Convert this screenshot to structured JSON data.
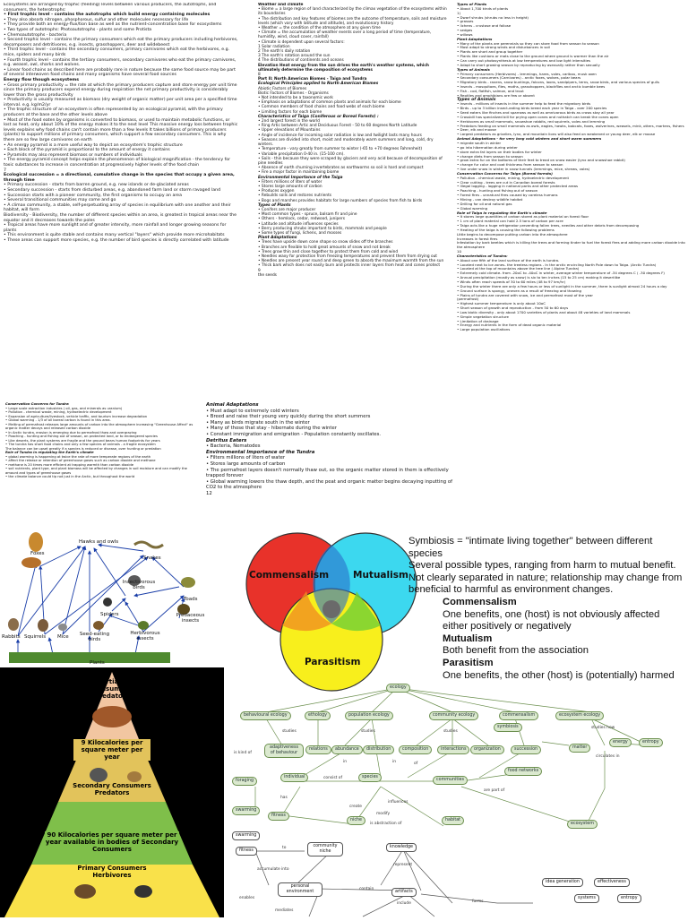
{
  "col1": [
    "Ecosystems are arranged by trophic (feeding) levels between various producers, the autotrophs, and consumers, the heterotrophs:",
    "• First trophic level - contains the autotrophs which build energy containing molecules",
    "• They also absorb nitrogen, phosphorous, sulfur and other molecules necessary for life",
    "• They provide both an energy-flux/tion base as well as the nutrient-concentration base for ecosystems",
    "• Two types of autotrophs: Photoautotrophs - plants and some Protista",
    "• Chemoautotrophs - bacteria",
    "• Second trophic level - contains the primary consumers which eat the primary producers including herbivores, decomposers and detritivores, e.g. insects, grasshoppers, deer and wildebeest",
    "• Third trophic level - contains the secondary consumers, primary carnivores which eat the herbivores, e.g. mice, spiders and many birds",
    "• Fourth trophic level - contains the tertiary consumers, secondary carnivores who eat the primary carnivores, e.g. weasel, owl, sharks and wolves.",
    "• Linear food chains as described here are probably rare in nature because the same food source may be part of several interwoven food chains and many organisms have several food sources",
    "Energy flow though ecosystems",
    "• Gross primary productivity = the rate at which the primary producers capture and store energy per unit time since the primary producers expend energy during respiration the net primary productivity is considerably lower than the gross productivity",
    "• Productivity is usually measured as biomass (dry weight of organic matter) per unit area per a specified time interval. e.g. kg/m2/yr",
    "• The trophic structure of an ecosystem is often represented by an ecological pyramid, with the primary producers at the base and the other levels above",
    "• Most of the food eaten by organisms is converted to biomass, or used to maintain metabolic functions, or lost as heat, only about 10% of the energy makes it to the next level This massive energy loss between trophic levels explains why food chains can't contain more than a few levels It takes billions of primary producers (plants) to support millions of primary consumers, which support a few secondary consumers. This is why there are so few large carnivores on earth",
    "• An energy pyramid is a more useful way to depict an ecosystem's trophic structure",
    "• Each block of the pyramid is proportional to the amount of energy it contains",
    "• Pyramids may also represent biomass or numbers of individuals",
    "• The energy pyramid concept helps explain the phenomenon of biological magnification - the tendency for toxic substances to increase in concentration at progressively higher levels of the food chain",
    "7",
    "Ecological succession = a directional, cumulative change in the species that occupy a given area, through time",
    "• Primary succession - starts from barren ground, e.g. new islands or de-glaciated areas",
    "• Secondary succession - starts from disturbed areas, e.g. abandoned farm land or storm ravaged land",
    "• Succession starts with a pioneer community, the first organisms to occupy an area",
    "• Several transitional communities may come and go",
    "• A climax community, a stable, self-perpetuating array of species in equilibrium with one another and their habitat, will form",
    "Biodiversity - Biodiversity, the number of different species within an area, is greatest in tropical areas near the equator and it decreases towards the poles",
    "• Tropical areas have more sunlight and of greater intensity, more rainfall and longer growing seasons for plants",
    "• This environment is quite stable and contains many vertical \"layers\" which provide more microhabitats",
    "• These areas can support more species, e.g. the number of bird species is directly correlated with latitude"
  ],
  "col2": [
    "Weather and climate",
    "• Biome = a large region of land characterized by the climax vegetation of the ecosystems within its boundaries",
    "• The distribution and key features of biomes are the outcome of temperature, soils and moisture levels (which vary with latitude and altitude), and evolutionary history",
    "• Weather = the condition of the atmosphere at any given time",
    "• Climate = the accumulation of weather events over a long period of time (temperature, humidity, wind, cloud cover, rainfall)",
    "• Climate is dependent upon several factors:",
    "1 Solar radiation",
    "2 The earth's daily rotation",
    "3 The earth's rotation around the sun",
    "4 The distributions of continents and oceans",
    "Elevation Heat energy from the sun drives the earth's weather systems, which ultimately determine the composition of ecosystems",
    "8",
    "Part II: North American Biomes - Taiga and Tundra",
    "Ecological Principles applied to North American Biomes",
    "Abiotic Factors of Biomes",
    "Biotic Factors of Biomes - Organisms",
    "• Not intended to be a taxonomic work",
    "• Emphasis on adaptations of common plants and animals for each biome",
    "• Common members of food chains and food webs of each biome",
    "• Limiting factors for each biome",
    "Characteristics of Taiga (Coniferous or Boreal Forests) :",
    "• 2nd largest forest in the world",
    "• Ring Artic between Artic and Deciduous Forest - 50 to 60 degrees North Latitude",
    "• Upper elevations of Mountains",
    "• Angle of incidence for incoming solar radiation is low and twilight lasts many hours",
    "• Seasons are divided into short, moist and moderately warm summers and long, cold, dry winters.",
    "• Temperature - vary greatly from summer to winter (-65 to +70 degrees Fahrenheit)",
    "• Variable precipitation 0-40 in. (15-100 cm).",
    "• Soils - thin because they were scraped by glaciers and very acid because of decomposition of pine needles",
    "• Absence of earth churning invertebrates as earthworms so soil is hard and compact",
    "• Fire a major factor in maintaining biome",
    "Environmental Importance of the Taiga",
    "• Filters millions of liters of water",
    "• Stores large amounts of carbon",
    "• Produces oxygen",
    "• Rebuilds soils and restores nutrients",
    "• Bogs and marshes provides habitats for large numbers of species from fish to birds",
    "Types of Plants",
    "• Conifers are major producer",
    "• Most common types - spruce, balsam fir and pine",
    "• Others - hemlock, cedar, redwood, junipers",
    "• Latitude and altitude influences species",
    "• Berry producing shrubs important to birds, mammals and people",
    "• Some types of fungi, lichens, and mosses",
    "Plant Adaptations",
    "• Trees have upside down cone shape so snow slides off the branches",
    "• Branches are flexible to hold great amounts of snow and not break",
    "• Trees grow thin and close together to protect them from cold and wind",
    "• Needles waxy for protection from freezing temperatures and prevent them from drying out",
    "• Needles are present year round and deep green to absorb the maximum warmth from the sun",
    "• Thick bark which does not easily burn and protects inner layers from heat and cones protect",
    "9",
    "the seeds"
  ],
  "col3": [
    "Types of Plants",
    "• About 1,700 kinds of plants",
    "1)",
    "• Dwarf shrubs (shrubs no less in height)",
    "• grasses",
    "• lichens - crustose and foliose",
    "• sedges",
    "• willows",
    "Plant Adaptations",
    "• Many of the plants are perennials so they can store food from season to season",
    "• Most adapt to strong winds and disturbances in soil",
    "• Plants are short and group together",
    "• Plants like cushions or mats close to the ground where ground is warmer than the air",
    "• Can carry out photosynthesis at low temperatures and low light intensities",
    "• Adapt to short growing season by reproducing by asexually rather than sexually",
    "Types of Animals",
    "• Primary consumers (Herbivores) - lemmings, hares, voles, caribou, musk oxen",
    "• Secondary consumers (Carnivores) - arctic foxes, wolves, polar bears",
    "• Migratory birds - ravens, snow buntings, falcons, loons, sandpipers, terns, snow birds, and various species of gulls",
    "• Insects - mosquitoes, flies, moths, grasshoppers, blackflies and arctic bumble bees",
    "• Fish - cod, flatfish, salmon, and trout",
    "• Reptiles and amphibians are few or absent",
    "Types of Animals",
    "• Insects - millions of insects in the summer help to feed the migratory birds",
    "• Birds - up to 3 billion insect-eating birds breed each year in Taiga - over 200 species",
    "• Seed eaters like finches and sparrows as well as omnivorous birds as crows stay all year",
    "• Crossbill has specialized bill for prying open cones and nuthatch can break the cones open",
    "• Herbivores as small mammals, snowshoe rabbits, red squirrels, voles and lemming",
    "• Predators feeding on small mammals as owls, eagles, hawks, bobcats, foxes, wolverines, weasels, mink, otters, martens, fishers",
    "• Deer, elk and moose",
    "• Largest predators as grizzlies, lynx, and mountain lions will also feed on weakened or young deer, elk or moose",
    "Animal Adaptations - for very long cold winters and short warm summers",
    "• migrate south in winter",
    "• go into hibernation during winter",
    "• store extra fat layers on their bodies for winter",
    "• change diets from season to season",
    "• grow extra fur on the bottoms of their feet to tread on snow easier (lynx and snowshoe rabbit)",
    "• change fur color and coat thickness from season to season",
    "• live under snow in winter in snow tunnels (lemmings, mice, shrews, voles)",
    "Conservation Concerns for Taiga (Boreal forests)",
    "• Pollution - chemical waste, mining, hydroelectric development",
    "• Clear cutting - trees are cut in Canadian boreal forests",
    "• Illegal logging - logging in national parks and other protected areas",
    "• Poaching - hunting and fishing out of season",
    "• Forest fires - unnatural fires caused by careless humans",
    "• Mining - can destroy wildlife habitat",
    "• Drilling for oil and natural gas",
    "• Global warming",
    "Role of Taiga in regulating the Earth's climate",
    "• It stores large quantities of carbon stored as plant material on forest floor",
    "• 1 cm of plant material can hold 2.5 tons of carbon per acre",
    "• Taiga acts like a huge refrigerator preventing fallen trees, needles and other debris from decomposing",
    "• Heating of the taiga is causing the following problems",
    "Little begins to decompose putting carbon into the atmosphere",
    "Increases in forest fires",
    "Infestation by bark beetles which is killing the trees and forming tinder to fuel the forest fires and adding more carbon dioxide into the atmosphere",
    "10",
    "Characteristics of Tundra:",
    "• About one fifth of the land surface of the earth is tundra.",
    "• Located next to ice zones- the treeless regions - In the arctic encircling North Pole down to Taiga. (Arctic Tundra)",
    "• Located at the top of mountains above the tree line ( Alpine Tundra)",
    "• Extremely cold climate- from -20oC to -40oC in winter, average winter temperature of -34 degrees C ( -30 degrees F)",
    "• Annual precipitation (mostly as snow) is six to ten inches (15 to 25 cm) making it desertlike",
    "• Winds often reach speeds of 30 to 60 miles (48 to 97 km/hr)",
    "• During the winter there are only a few hours or less of sunlight in the summer, there is sunlight almost 24 hours a day",
    "• Ground surface is spongy, uneven as a result of freezing and thawing",
    "• Plains of tundra are covered with snow, ice and permafrost most of the year",
    "(permafrost)",
    "• Highest summer temperature is only about 10oC",
    "• Short season of growth and reproduction - from 50 to 60 days",
    "• Low biotic diversity - only about 1700 varieties of plants and about 48 varieties of land mammals",
    "• Simple vegetation structure",
    "• Limitation of drainage",
    "• Energy and nutrients in the form of dead organic material",
    "• Large population oscillations"
  ],
  "lower_left": [
    "Conservation Concerns for Tundra",
    "• Large scale extraction industries ( oil, gas, and minerals as uranium)",
    "• Pollution - chemical waste, mining, hydroelectric development",
    "• Expansion of agriculture/livestock, vehicle traffic, and tourism increase degradation",
    "• Global warming - 1/3 of all boreal carbon is found in this area.",
    "• Melting of permafrost releases large amounts of carbon into the atmosphere increasing \"Greenhouse Affect\" as organic matter decays and released carbon dioxide",
    "• In Arctic tundra, erosion is emerging due to permafrost thaw and overgrazing",
    "• Poaching - hunting and fishing out of season, on protected land, or to endangered species",
    "• Like deserts, the plant systems are fragile and the ground bears human footprints for years",
    "• The tundra has short food chains and only a few species of animals - a fragile ecosystem",
    "The balance can be upset greatly if a species is reduced or disease, over hunting or predation",
    "Role of Tundra in regulating the Earth's climate",
    "• global warming is happening at twice the rate of more temperate regions of the earth",
    "• affect the release or retention of greenhouse gases such as carbon dioxide and methane",
    "• methane is 20 times more efficient at trapping warmth than carbon dioxide",
    "• soil nutrients, plant type, and plant biomass will be affected by changes in soil moisture and can modify the amount and types of greenhouse gases",
    "• the climate balance could tip not just in the Arctic, but throughout the world"
  ],
  "lower_mid": [
    "Animal Adaptations",
    "• Must adapt to extremely cold winters",
    "• Breed and raise their young very quickly during the short summers",
    "• Many as birds migrate south in the winter",
    "• Many of those that stay - hibernate during the winter",
    "• Constant immigration and emigration - Population constantly oscillates.",
    "Detritus Eaters",
    "• Bacteria, Nematodes",
    "Environmental Importance of the Tundra",
    "• Filters millions of liters of water",
    "• Stores large amounts of carbon",
    "• The permafrost layers doesn't normally thaw out, so the organic matter stored in them is effectively trapped forever",
    "• Global warming lowers the thaw depth, and the peat and organic matter begins decaying inputting of CO2 to the atmosphere",
    "12"
  ],
  "foodweb": {
    "labels": [
      "Hawks and owls",
      "Foxes",
      "Snakes",
      "Insectivorous birds",
      "Toads",
      "Spiders",
      "Predaceous insects",
      "Rabbits",
      "Squirrels",
      "Mice",
      "Seed-eating birds",
      "Herbivorous insects",
      "Plants"
    ]
  },
  "pyramid": {
    "tiers": [
      {
        "title": "Tertiary Consumers Predators",
        "energy": ""
      },
      {
        "title": "",
        "energy": "9 Kilocalories per square meter per year"
      },
      {
        "title": "Secondary Consumers Predators",
        "energy": ""
      },
      {
        "title": "",
        "energy": "90 Kilocalories per square meter per year available in bodies of Secondary Consumers"
      },
      {
        "title": "Primary Consumers Herbivores",
        "energy": ""
      }
    ],
    "colors": [
      "#f2c6a1",
      "#e2c35b",
      "#7fbf4a",
      "#f9e14a"
    ]
  },
  "venn": {
    "commensalism": "Commensalism",
    "mutualism": "Mutualism",
    "parasitism": "Parasitism",
    "colors": {
      "red": "#e8322a",
      "cyan": "#3cd8ef",
      "yellow": "#f8ef1c"
    }
  },
  "symbiosis": {
    "intro": "Symbiosis = \"intimate living together\" between different species",
    "line2": "Several possible types, ranging from harm to mutual benefit.",
    "line3": "Not clearly separated in nature; relationship may change from beneficial to harmful as environment changes.",
    "h1": "Commensalism",
    "d1": "One benefits, one (host) is not obviously affected either positively or negatively",
    "h2": "Mutualism",
    "d2": "Both benefit from the association",
    "h3": "Parasitism",
    "d3": "One benefits, the other (host) is (potentially) harmed"
  },
  "conceptmap": {
    "nodes": {
      "ecology": "ecology",
      "behav": "behavioural ecology",
      "etho": "ethology",
      "popeco": "population ecology",
      "commeco": "community ecology",
      "commens": "commensalism",
      "ecoeco": "ecosystem ecology",
      "symb": "symbiosis",
      "adapt": "adaptiveness of behaviour",
      "relations": "relations",
      "abundance": "abundance",
      "distribution": "distribution",
      "composition": "composition",
      "interactions": "interactions",
      "organization": "organization",
      "succession": "succession",
      "matter": "matter",
      "energy": "energy",
      "entropy": "entropy",
      "foraging": "foraging",
      "individual": "individual",
      "species": "species",
      "communities": "communities",
      "foodnet": "food networks",
      "swarming": "swarming",
      "fitness": "fitness",
      "niche": "niche",
      "habitat": "habitat",
      "ecosystem": "ecosystem"
    },
    "labels": {
      "studies1": "studies",
      "studies2": "studies",
      "studies3": "studies",
      "studieshow": "studies how",
      "iskind": "is kind of",
      "in1": "in",
      "in2": "in",
      "consistof": "consist of",
      "has": "has",
      "create": "create",
      "influences": "influences",
      "modify": "modify",
      "abstraction": "is abstraction of",
      "arepart": "are part of",
      "circulates": "circulates in",
      "of": "of"
    }
  },
  "conceptmap2": {
    "nodes": {
      "swarming": "swarming",
      "fitness": "fitness",
      "commniche": "community niche",
      "knowledge": "knowledge",
      "personal": "personal environment",
      "artifacts": "artifacts",
      "ideagen": "idea generation",
      "effectiveness": "effectiveness",
      "systems": "systems",
      "entropy": "entropy"
    },
    "labels": {
      "to": "to",
      "accumulate": "accumulate into",
      "represent": "represent",
      "contain": "contain",
      "include": "include",
      "enables": "enables",
      "mediates": "mediates",
      "forms": "forms"
    }
  }
}
